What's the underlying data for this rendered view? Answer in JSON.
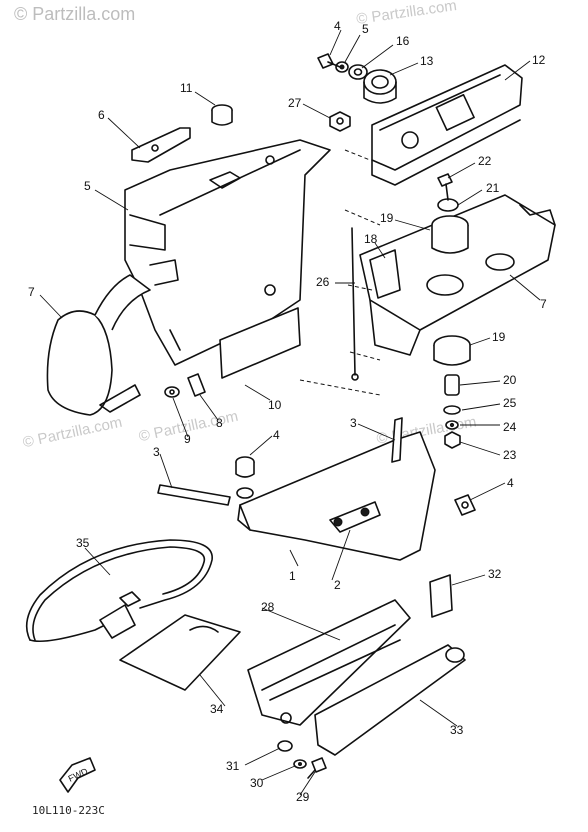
{
  "watermark": {
    "top_left": "© Partzilla.com",
    "top_right": "© Partzilla.com",
    "mid_left": "© Partzilla.com",
    "mid_center": "© Partzilla.com",
    "mid_right": "© Partzilla.com"
  },
  "diagram_code": "10L110-223C",
  "fwd_label": "FWD",
  "callouts": {
    "c4a": "4",
    "c5a": "5",
    "c16": "16",
    "c13": "13",
    "c12": "12",
    "c11": "11",
    "c27": "27",
    "c6": "6",
    "c5b": "5",
    "c7a": "7",
    "c22": "22",
    "c21": "21",
    "c19a": "19",
    "c18": "18",
    "c26": "26",
    "c7b": "7",
    "c19b": "19",
    "c20": "20",
    "c25": "25",
    "c24": "24",
    "c23": "23",
    "c9": "9",
    "c8": "8",
    "c10": "10",
    "c3a": "3",
    "c3b": "3",
    "c4b": "4",
    "c4c": "4",
    "c1": "1",
    "c2": "2",
    "c35": "35",
    "c32": "32",
    "c28": "28",
    "c34": "34",
    "c33": "33",
    "c31": "31",
    "c30": "30",
    "c29": "29"
  }
}
